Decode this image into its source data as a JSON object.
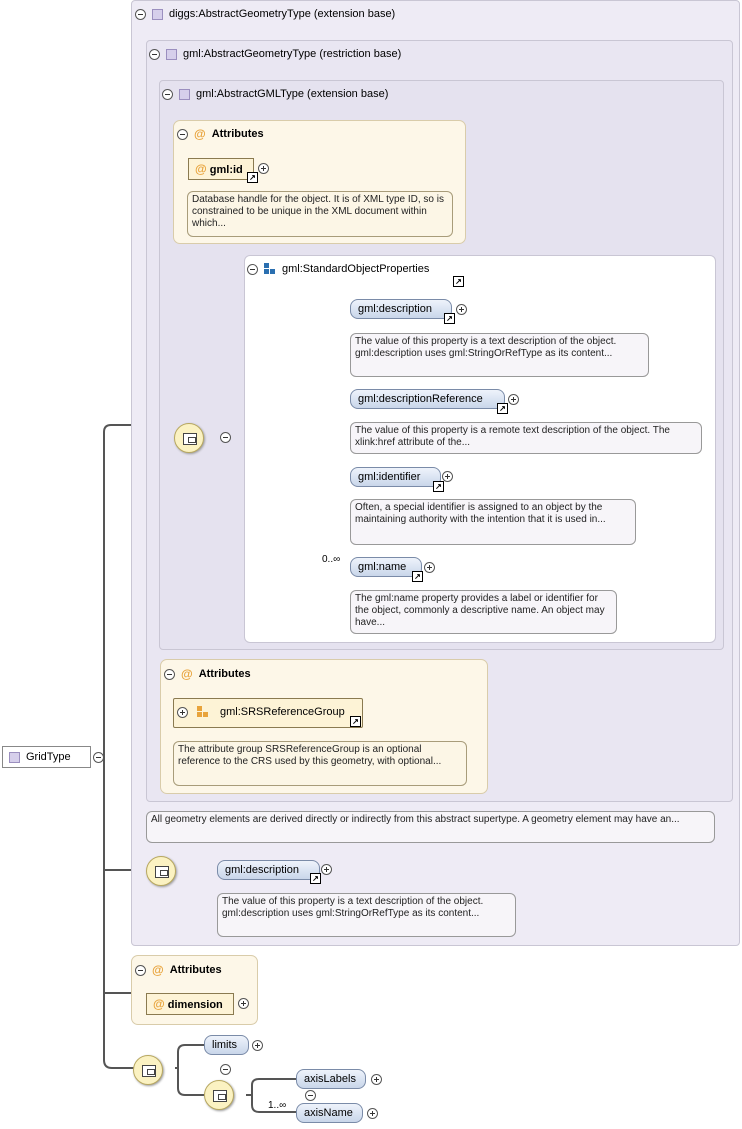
{
  "root": {
    "label": "GridType"
  },
  "outer": {
    "label": "diggs:AbstractGeometryType (extension base)"
  },
  "restriction": {
    "label": "gml:AbstractGeometryType (restriction base)"
  },
  "gmlType": {
    "label": "gml:AbstractGMLType (extension base)"
  },
  "attrs1": {
    "title": "Attributes",
    "id_label": "gml:id",
    "id_note": "Database handle for the object. It is of XML type ID, so is constrained to be unique in the XML document within which..."
  },
  "standard": {
    "title": "gml:StandardObjectProperties",
    "items": [
      {
        "label": "gml:description",
        "note": "The value of this property is a text description of the object. gml:description uses gml:StringOrRefType as its content..."
      },
      {
        "label": "gml:descriptionReference",
        "note": "The value of this property is a remote text description of the object. The xlink:href attribute of the..."
      },
      {
        "label": "gml:identifier",
        "note": "Often, a special identifier is assigned to an object by the maintaining authority with the intention that it is used in..."
      },
      {
        "label": "gml:name",
        "note": "The gml:name property provides a label or identifier for the object, commonly a descriptive name. An object may have...",
        "mult": "0..∞"
      }
    ]
  },
  "attrs2": {
    "title": "Attributes",
    "group_label": "gml:SRSReferenceGroup",
    "group_note": "The attribute group SRSReferenceGroup is an optional reference to the CRS used by this geometry, with optional..."
  },
  "geom_note": "All geometry elements are derived directly or indirectly from this abstract supertype. A geometry element may have an...",
  "diggs_desc": {
    "label": "gml:description",
    "note": "The value of this property is a text description of the object. gml:description uses gml:StringOrRefType as its content..."
  },
  "attrs3": {
    "title": "Attributes",
    "dimension": "dimension"
  },
  "limits": "limits",
  "axisLabels": "axisLabels",
  "axisName": {
    "label": "axisName",
    "mult": "1..∞"
  }
}
